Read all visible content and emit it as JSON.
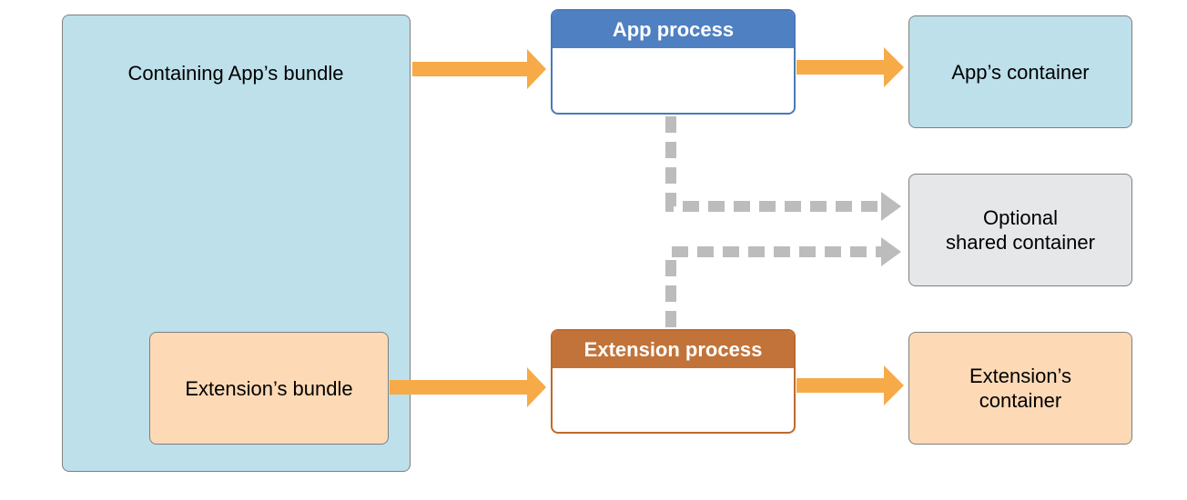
{
  "containing_app_bundle": {
    "label": "Containing App’s bundle"
  },
  "extension_bundle": {
    "label": "Extension’s bundle"
  },
  "app_process": {
    "label": "App process"
  },
  "extension_process": {
    "label": "Extension process"
  },
  "app_container": {
    "label": "App’s container"
  },
  "shared_container": {
    "line1": "Optional",
    "line2": "shared container"
  },
  "extension_container": {
    "line1": "Extension’s",
    "line2": "container"
  },
  "colors": {
    "bundle_blue": "#bde0eb",
    "extension_peach": "#fdd9b6",
    "shared_grey": "#e6e7e8",
    "app_process_header": "#4f80c1",
    "extension_process_header": "#c2733a",
    "solid_arrow": "#f6ab48",
    "dashed_arrow": "#bcbcbc"
  }
}
